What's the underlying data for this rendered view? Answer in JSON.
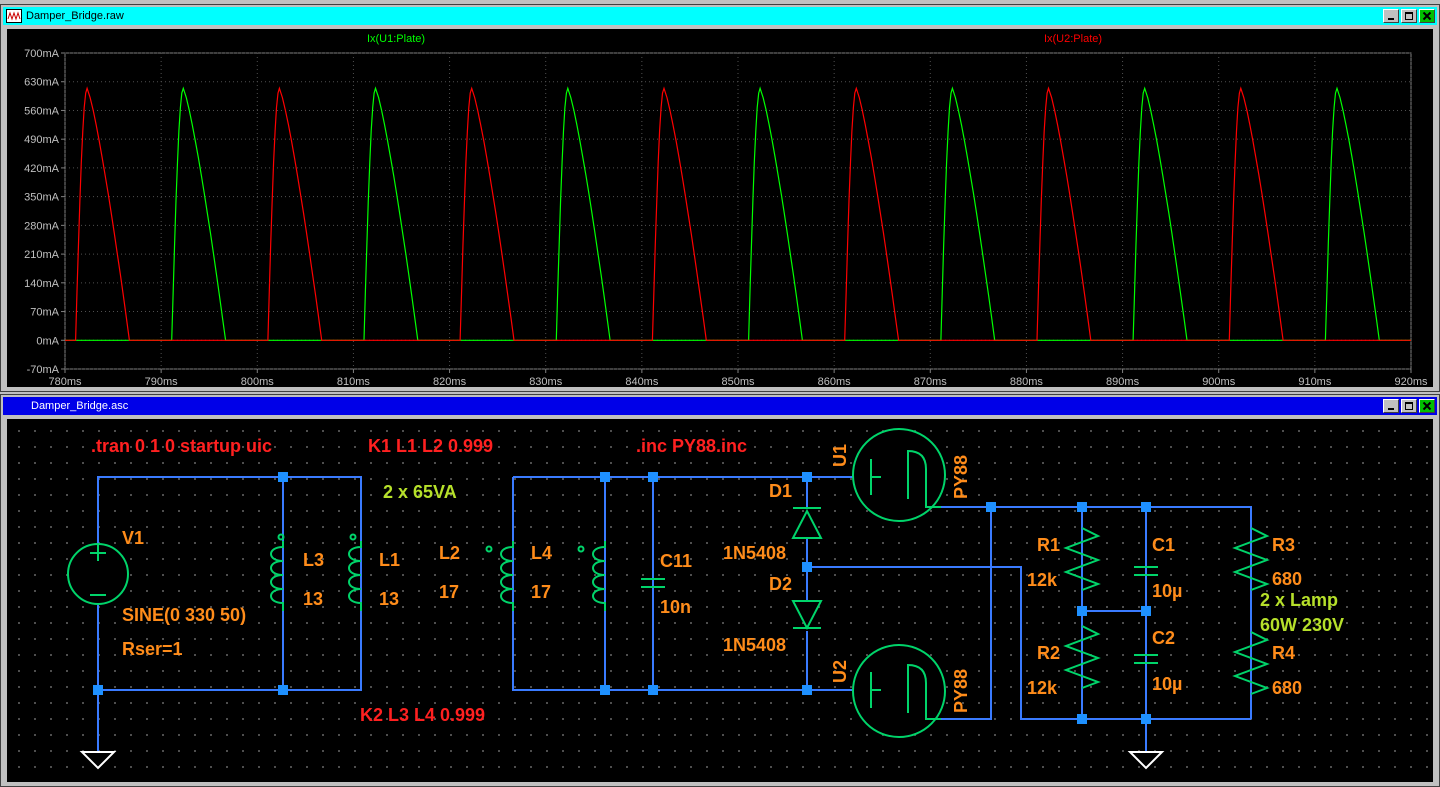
{
  "plot_window": {
    "title": "Damper_Bridge.raw",
    "trace1_label": "Ix(U1:Plate)",
    "trace2_label": "Ix(U2:Plate)",
    "trace1_color": "#00ff00",
    "trace2_color": "#ff0000",
    "y_ticks": [
      "700mA",
      "630mA",
      "560mA",
      "490mA",
      "420mA",
      "350mA",
      "280mA",
      "210mA",
      "140mA",
      "70mA",
      "0mA",
      "-70mA"
    ],
    "x_ticks": [
      "780ms",
      "790ms",
      "800ms",
      "810ms",
      "820ms",
      "830ms",
      "840ms",
      "850ms",
      "860ms",
      "870ms",
      "880ms",
      "890ms",
      "900ms",
      "910ms",
      "920ms"
    ]
  },
  "chart_data": {
    "type": "line",
    "xlabel": "",
    "ylabel": "",
    "xlim": [
      780,
      920
    ],
    "ylim": [
      -70,
      700
    ],
    "series": [
      {
        "name": "Ix(U1:Plate)",
        "color": "#00ff00",
        "pulses": [
          {
            "start": 791.1,
            "peak_t": 792.3,
            "peak": 614,
            "end": 796.7
          },
          {
            "start": 811.1,
            "peak_t": 812.3,
            "peak": 614,
            "end": 816.7
          },
          {
            "start": 831.1,
            "peak_t": 832.3,
            "peak": 614,
            "end": 836.7
          },
          {
            "start": 851.1,
            "peak_t": 852.3,
            "peak": 614,
            "end": 856.7
          },
          {
            "start": 871.1,
            "peak_t": 872.3,
            "peak": 614,
            "end": 876.7
          },
          {
            "start": 891.1,
            "peak_t": 892.3,
            "peak": 614,
            "end": 896.7
          },
          {
            "start": 911.1,
            "peak_t": 912.3,
            "peak": 614,
            "end": 916.7
          }
        ]
      },
      {
        "name": "Ix(U2:Plate)",
        "color": "#ff0000",
        "pulses": [
          {
            "start": 781.1,
            "peak_t": 782.3,
            "peak": 614,
            "end": 786.7
          },
          {
            "start": 801.1,
            "peak_t": 802.3,
            "peak": 614,
            "end": 806.7
          },
          {
            "start": 821.1,
            "peak_t": 822.3,
            "peak": 614,
            "end": 826.7
          },
          {
            "start": 841.1,
            "peak_t": 842.3,
            "peak": 614,
            "end": 846.7
          },
          {
            "start": 861.1,
            "peak_t": 862.3,
            "peak": 614,
            "end": 866.7
          },
          {
            "start": 881.1,
            "peak_t": 882.3,
            "peak": 614,
            "end": 886.7
          },
          {
            "start": 901.1,
            "peak_t": 902.3,
            "peak": 614,
            "end": 906.7
          }
        ]
      }
    ]
  },
  "schematic_window": {
    "title": "Damper_Bridge.asc",
    "directives": {
      "tran": ".tran 0 1 0 startup uic",
      "k1": "K1 L1 L2 0.999",
      "inc": ".inc PY88.inc",
      "k2": "K2 L3 L4  0.999"
    },
    "comments": {
      "transformer": "2 x 65VA",
      "lamp1": "2 x Lamp",
      "lamp2": "60W  230V"
    },
    "components": {
      "v1_name": "V1",
      "v1_value": "SINE(0 330 50)",
      "v1_rser": "Rser=1",
      "l3_name": "L3",
      "l3_value": "13",
      "l1_name": "L1",
      "l1_value": "13",
      "l2_name": "L2",
      "l2_value": "17",
      "l4_name": "L4",
      "l4_value": "17",
      "c11_name": "C11",
      "c11_value": "10n",
      "d1_name": "D1",
      "d1_value": "1N5408",
      "d2_name": "D2",
      "d2_value": "1N5408",
      "u1_name": "U1",
      "u1_value": "PY88",
      "u2_name": "U2",
      "u2_value": "PY88",
      "r1_name": "R1",
      "r1_value": "12k",
      "r2_name": "R2",
      "r2_value": "12k",
      "c1_name": "C1",
      "c1_value": "10µ",
      "c2_name": "C2",
      "c2_value": "10µ",
      "r3_name": "R3",
      "r3_value": "680",
      "r4_name": "R4",
      "r4_value": "680"
    },
    "colors": {
      "wire": "#3a7bff",
      "junction": "#1e90ff",
      "component": "#00d46a",
      "label": "#ff8c1a",
      "directive": "#ff2020",
      "comment": "#b6e02a"
    }
  }
}
